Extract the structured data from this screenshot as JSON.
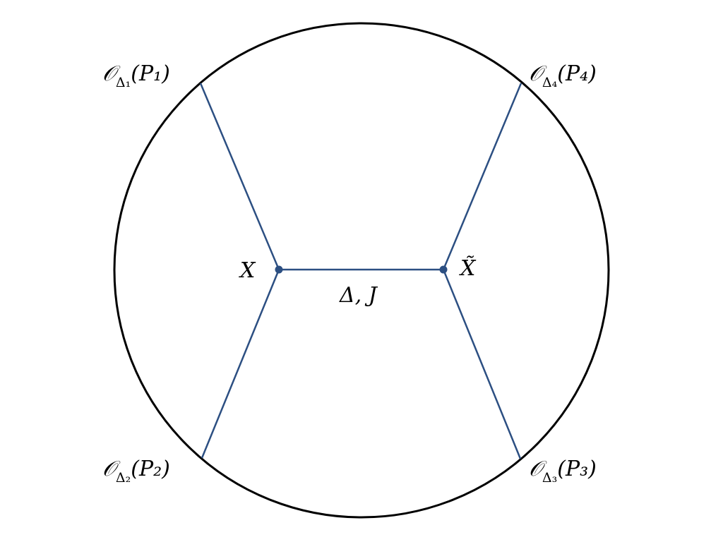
{
  "colors": {
    "boundary": "#000000",
    "edge": "#2c4f82",
    "vertex": "#2c4f82",
    "text": "#000000"
  },
  "operators": [
    {
      "op": "𝒪",
      "sub": "Δ₁",
      "arg": "(P₁)"
    },
    {
      "op": "𝒪",
      "sub": "Δ₂",
      "arg": "(P₂)"
    },
    {
      "op": "𝒪",
      "sub": "Δ₃",
      "arg": "(P₃)"
    },
    {
      "op": "𝒪",
      "sub": "Δ₄",
      "arg": "(P₄)"
    }
  ],
  "vertices": {
    "left": "X",
    "right": "X̃"
  },
  "exchange_label": "Δ, J"
}
